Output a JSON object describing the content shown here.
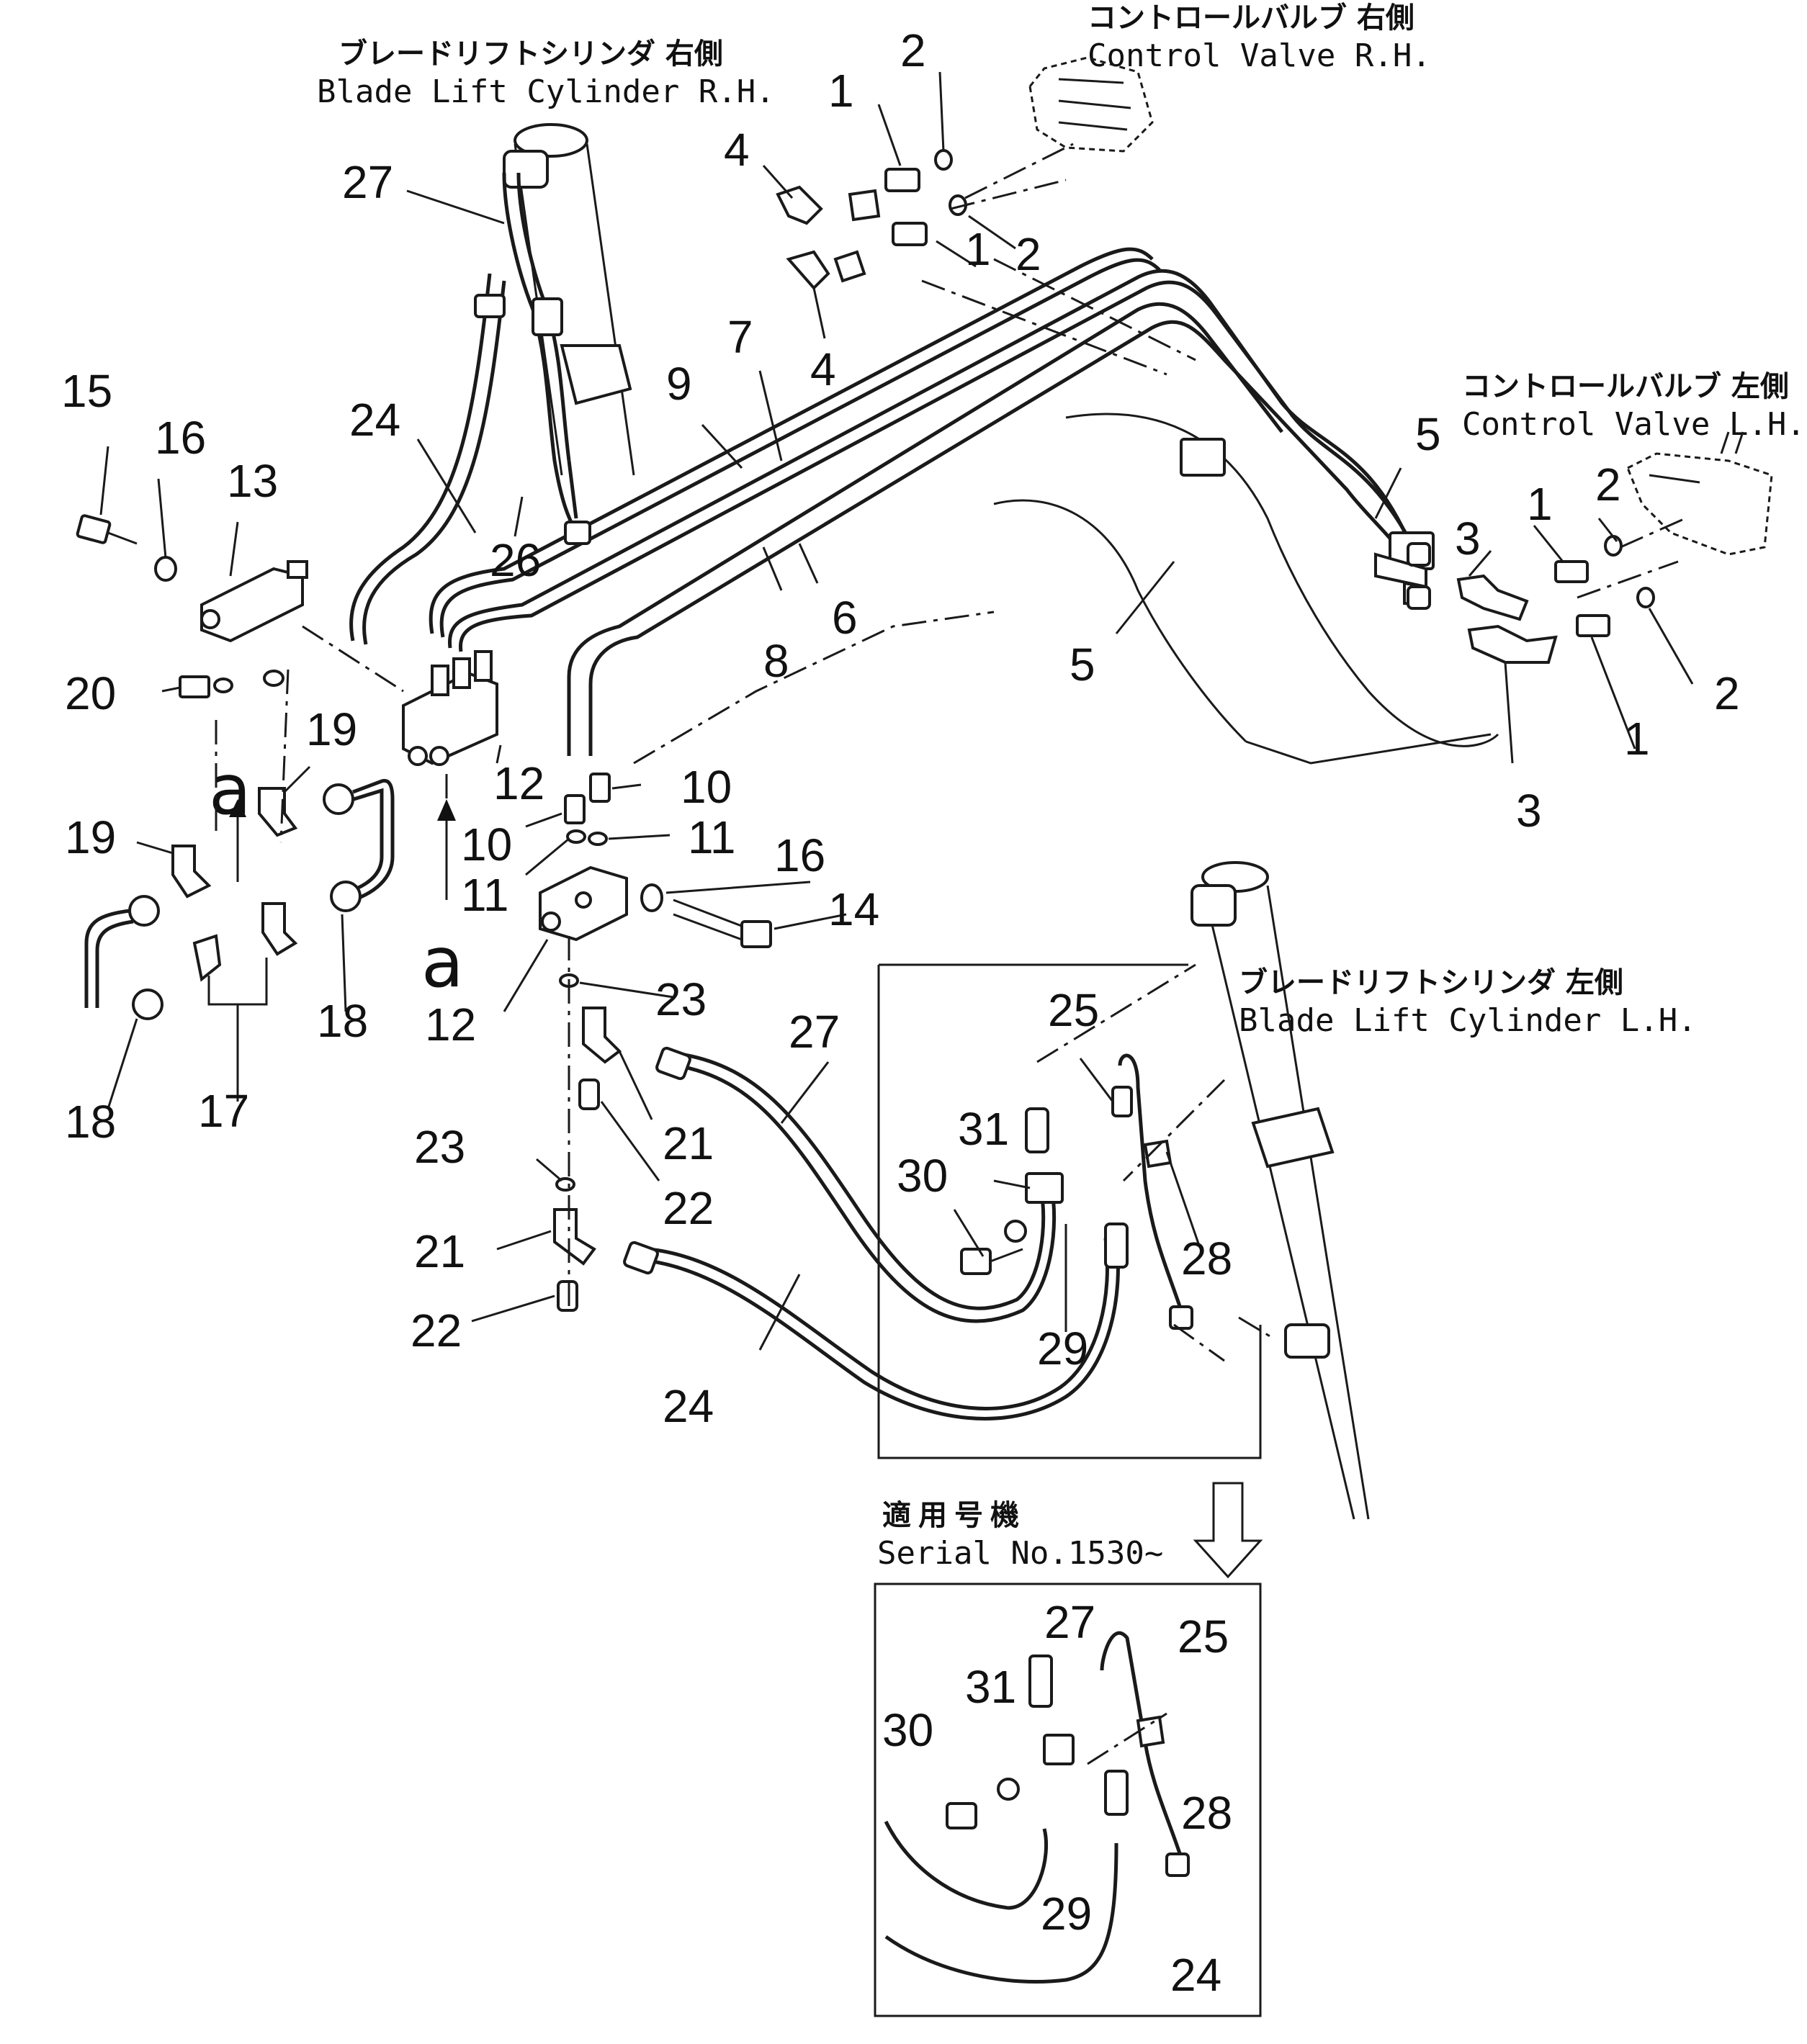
{
  "labels": {
    "blade_rh_jp": "ブレードリフトシリンダ 右側",
    "blade_rh_en": "Blade Lift Cylinder R.H.",
    "cv_rh_jp": "コントロールバルブ 右側",
    "cv_rh_en": "Control Valve R.H.",
    "cv_lh_jp": "コントロールバルブ 左側",
    "cv_lh_en": "Control Valve L.H.",
    "blade_lh_jp": "ブレードリフトシリンダ 左側",
    "blade_lh_en": "Blade Lift Cylinder L.H.",
    "applicable_jp": "適用号機",
    "serial": "Serial No.1530~",
    "view_a": "a"
  },
  "callouts": [
    "1",
    "2",
    "3",
    "4",
    "5",
    "6",
    "7",
    "8",
    "9",
    "10",
    "11",
    "12",
    "13",
    "14",
    "15",
    "16",
    "17",
    "18",
    "19",
    "20",
    "21",
    "22",
    "23",
    "24",
    "25",
    "26",
    "27",
    "28",
    "29",
    "30",
    "31"
  ],
  "colors": {
    "ink": "#1a1a1a",
    "paper": "#ffffff"
  }
}
